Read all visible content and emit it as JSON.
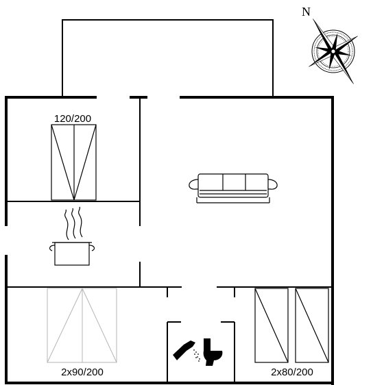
{
  "compass": {
    "label": "N"
  },
  "rooms": {
    "bedroom_top": {
      "bed_label": "120/200"
    },
    "bedroom_bottom_left": {
      "bed_label": "2x90/200"
    },
    "bedroom_bottom_right": {
      "bed_label": "2x80/200"
    }
  },
  "furniture": [
    "sofa",
    "cooking-pot",
    "shower",
    "toilet"
  ]
}
